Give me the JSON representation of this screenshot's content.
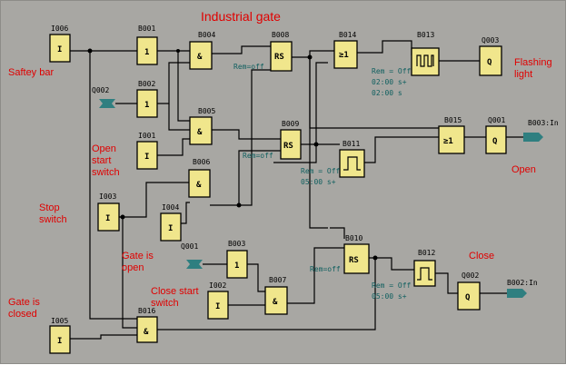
{
  "title": "Industrial gate",
  "labels": {
    "safety_bar": "Saftey bar",
    "open_start_1": "Open",
    "open_start_2": "start",
    "open_start_3": "switch",
    "stop_1": "Stop",
    "stop_2": "switch",
    "gate_open_1": "Gate is",
    "gate_open_2": "open",
    "close_start_1": "Close start",
    "close_start_2": "switch",
    "gate_closed_1": "Gate is",
    "gate_closed_2": "closed",
    "flashing_1": "Flashing",
    "flashing_2": "light",
    "open": "Open",
    "close": "Close"
  },
  "blocks": {
    "I006": {
      "name": "I006",
      "symbol": "I"
    },
    "B001": {
      "name": "B001",
      "symbol": "1"
    },
    "B002": {
      "name": "B002",
      "symbol": "1"
    },
    "B004": {
      "name": "B004",
      "symbol": "&"
    },
    "B005": {
      "name": "B005",
      "symbol": "&"
    },
    "B008": {
      "name": "B008",
      "symbol": "RS",
      "param": "Rem=off"
    },
    "B014": {
      "name": "B014",
      "symbol": "≥1"
    },
    "B013": {
      "name": "B013",
      "param1": "Rem = Off",
      "param2": "02:00 s+",
      "param3": "02:00 s"
    },
    "Q003": {
      "name": "Q003",
      "symbol": "Q"
    },
    "I001": {
      "name": "I001",
      "symbol": "I"
    },
    "B009": {
      "name": "B009",
      "symbol": "RS",
      "param": "Rem=off"
    },
    "B015": {
      "name": "B015",
      "symbol": "≥1"
    },
    "Q001": {
      "name": "Q001",
      "symbol": "Q"
    },
    "B011": {
      "name": "B011",
      "param1": "Rem = Off",
      "param2": "05:00 s+"
    },
    "B006": {
      "name": "B006",
      "symbol": "&"
    },
    "I003": {
      "name": "I003",
      "symbol": "I"
    },
    "I004": {
      "name": "I004",
      "symbol": "I"
    },
    "B003": {
      "name": "B003",
      "symbol": "1"
    },
    "B010": {
      "name": "B010",
      "symbol": "RS",
      "param": "Rem=off"
    },
    "B012": {
      "name": "B012",
      "param1": "Rem = Off",
      "param2": "05:00 s+"
    },
    "Q002": {
      "name": "Q002",
      "symbol": "Q"
    },
    "I002": {
      "name": "I002",
      "symbol": "I"
    },
    "B007": {
      "name": "B007",
      "symbol": "&"
    },
    "B016": {
      "name": "B016",
      "symbol": "&"
    },
    "I005": {
      "name": "I005",
      "symbol": "I"
    }
  },
  "connectors": {
    "q002_in": "Q002",
    "q001_in": "Q001",
    "b003_out": "B003:In",
    "b002_out": "B002:In"
  }
}
